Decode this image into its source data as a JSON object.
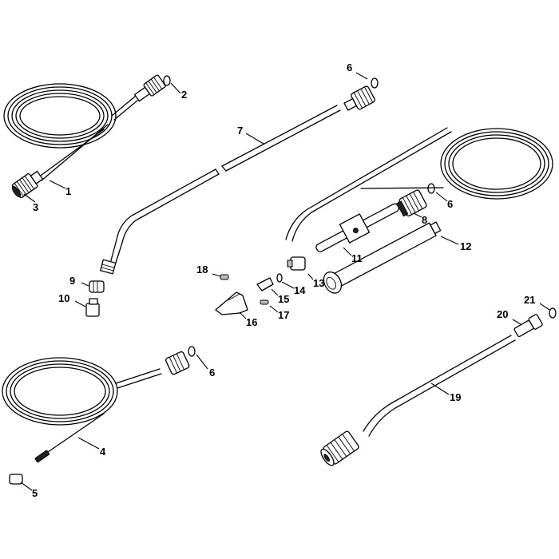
{
  "callouts": [
    {
      "id": "c1",
      "text": "1"
    },
    {
      "id": "c2",
      "text": "2"
    },
    {
      "id": "c3",
      "text": "3"
    },
    {
      "id": "c4",
      "text": "4"
    },
    {
      "id": "c5",
      "text": "5"
    },
    {
      "id": "c6a",
      "text": "6"
    },
    {
      "id": "c6b",
      "text": "6"
    },
    {
      "id": "c6c",
      "text": "6"
    },
    {
      "id": "c7",
      "text": "7"
    },
    {
      "id": "c8",
      "text": "8"
    },
    {
      "id": "c9",
      "text": "9"
    },
    {
      "id": "c10",
      "text": "10"
    },
    {
      "id": "c11",
      "text": "11"
    },
    {
      "id": "c12",
      "text": "12"
    },
    {
      "id": "c13",
      "text": "13"
    },
    {
      "id": "c14",
      "text": "14"
    },
    {
      "id": "c15",
      "text": "15"
    },
    {
      "id": "c16",
      "text": "16"
    },
    {
      "id": "c17",
      "text": "17"
    },
    {
      "id": "c18",
      "text": "18"
    },
    {
      "id": "c19",
      "text": "19"
    },
    {
      "id": "c20",
      "text": "20"
    },
    {
      "id": "c21",
      "text": "21"
    }
  ]
}
